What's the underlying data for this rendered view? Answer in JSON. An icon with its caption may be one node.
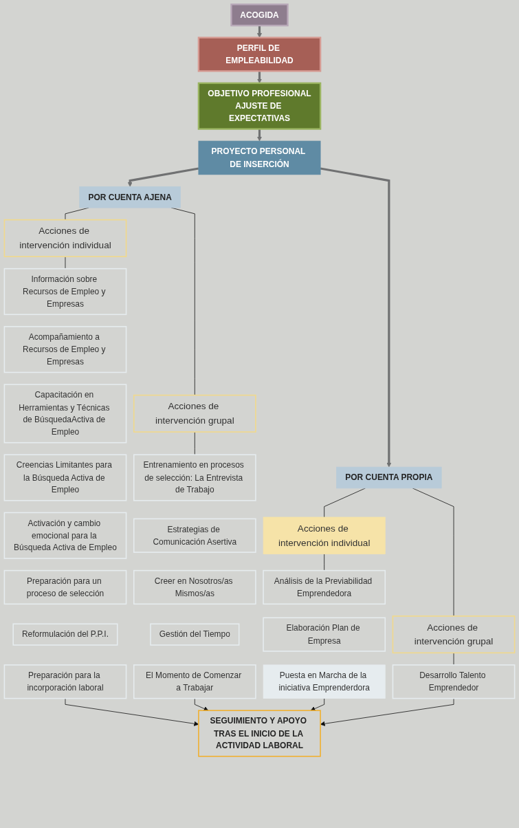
{
  "diagram": {
    "nodes": [
      {
        "text": [
          "ACOGIDA"
        ]
      },
      {
        "text": [
          "PERFIL DE EMPLEABILIDAD"
        ]
      },
      {
        "text": [
          "OBJETIVO PROFESIONAL",
          "AJUSTE DE EXPECTATIVAS"
        ]
      },
      {
        "text": [
          "PROYECTO PERSONAL DE INSERCIÓN"
        ]
      },
      {
        "text": [
          "POR CUENTA AJENA"
        ]
      },
      {
        "text": [
          "POR CUENTA PROPIA"
        ]
      },
      {
        "text": [
          "Acciones de intervención individual"
        ]
      },
      {
        "text": [
          "Acciones de intervención grupal"
        ]
      },
      {
        "text": [
          "Acciones de intervención individual"
        ]
      },
      {
        "text": [
          "Acciones de intervención grupal"
        ]
      },
      {
        "text": [
          "Información sobre Recursos de Empleo y Empresas"
        ]
      },
      {
        "text": [
          "Acompañamiento a Recursos de Empleo y Empresas"
        ]
      },
      {
        "text": [
          "Capacitación en Herramientas y Técnicas de BúsquedaActiva de Empleo"
        ]
      },
      {
        "text": [
          "Creencias Limitantes para la Búsqueda Activa de Empleo"
        ]
      },
      {
        "text": [
          "Activación y cambio emocional para la Búsqueda Activa de Empleo"
        ]
      },
      {
        "text": [
          "Preparación para un proceso de selección"
        ]
      },
      {
        "text": [
          "Reformulación del P.P.I."
        ]
      },
      {
        "text": [
          "Preparación para la incorporación laboral"
        ]
      },
      {
        "text": [
          "Entrenamiento en procesos de selección: La Entrevista de Trabajo"
        ]
      },
      {
        "text": [
          "Estrategias de Comunicación Asertiva"
        ]
      },
      {
        "text": [
          "Creer en Nosotros/as Mismos/as"
        ]
      },
      {
        "text": [
          "Gestión del Tiempo"
        ]
      },
      {
        "text": [
          "El Momento de Comenzar a Trabajar"
        ]
      },
      {
        "text": [
          "Análisis de la Previabilidad Emprendedora"
        ]
      },
      {
        "text": [
          "Elaboración Plan de Empresa"
        ]
      },
      {
        "text": [
          "Puesta en Marcha de la iniciativa Emprenderdora"
        ]
      },
      {
        "text": [
          "Desarrollo Talento Emprendedor"
        ]
      },
      {
        "text": [
          "SEGUIMIENTO Y APOYO TRAS EL INICIO DE LA ACTIVIDAD LABORAL"
        ]
      }
    ],
    "edges": [
      {
        "from": 0,
        "to": 1,
        "arrow": "to",
        "style": "thick",
        "color": "#707172"
      },
      {
        "from": 1,
        "to": 2,
        "arrow": "to",
        "style": "thick",
        "color": "#707172"
      },
      {
        "from": 2,
        "to": 3,
        "arrow": "to",
        "style": "thick",
        "color": "#707172"
      },
      {
        "from": 3,
        "to": 4,
        "arrow": "to",
        "style": "thick",
        "color": "#707172"
      },
      {
        "from": 3,
        "to": 5,
        "arrow": "to",
        "style": "thick",
        "color": "#707172"
      },
      {
        "from": 4,
        "to": 6,
        "arrow": "none"
      },
      {
        "from": 4,
        "to": 7,
        "arrow": "none"
      },
      {
        "from": 5,
        "to": 8,
        "arrow": "none"
      },
      {
        "from": 5,
        "to": 9,
        "arrow": "none"
      },
      {
        "from": 6,
        "to": 10,
        "arrow": "none"
      },
      {
        "from": 7,
        "to": 18,
        "arrow": "none"
      },
      {
        "from": 8,
        "to": 23,
        "arrow": "none"
      },
      {
        "from": 9,
        "to": 26,
        "arrow": "none"
      },
      {
        "from": 17,
        "to": 27,
        "arrow": "to"
      },
      {
        "from": 22,
        "to": 27,
        "arrow": "to"
      },
      {
        "from": 25,
        "to": 27,
        "arrow": "to"
      },
      {
        "from": 26,
        "to": 27,
        "arrow": "to"
      }
    ]
  }
}
